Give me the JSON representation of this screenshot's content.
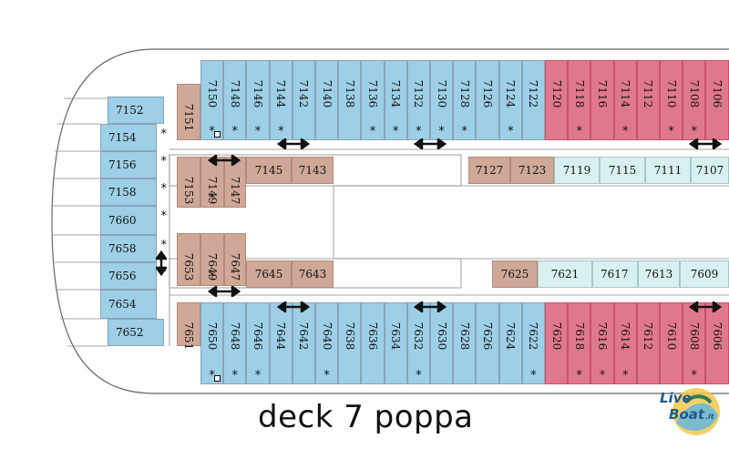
{
  "title": "deck 7 poppa",
  "logo": {
    "word1": "Live",
    "word2": "Boat",
    "suffix": ".it"
  },
  "colors": {
    "standard": "#9dcfe6",
    "suite": "#e0788c",
    "service": "#cfa898",
    "inside": "#d8f0f0"
  },
  "cabins": [
    {
      "n": "7152",
      "c": "blue",
      "a": false
    },
    {
      "n": "7154",
      "c": "blue",
      "a": true
    },
    {
      "n": "7156",
      "c": "blue",
      "a": true
    },
    {
      "n": "7158",
      "c": "blue",
      "a": true
    },
    {
      "n": "7660",
      "c": "blue",
      "a": true
    },
    {
      "n": "7658",
      "c": "blue",
      "a": true
    },
    {
      "n": "7656",
      "c": "blue",
      "a": true
    },
    {
      "n": "7654",
      "c": "blue",
      "a": false
    },
    {
      "n": "7652",
      "c": "blue",
      "a": false
    },
    {
      "n": "7151",
      "c": "tan",
      "a": false
    },
    {
      "n": "7150",
      "c": "blue",
      "a": true,
      "acc": true
    },
    {
      "n": "7148",
      "c": "blue",
      "a": true
    },
    {
      "n": "7146",
      "c": "blue",
      "a": true
    },
    {
      "n": "7144",
      "c": "blue",
      "a": true
    },
    {
      "n": "7142",
      "c": "blue",
      "a": false
    },
    {
      "n": "7140",
      "c": "blue",
      "a": false
    },
    {
      "n": "7138",
      "c": "blue",
      "a": false
    },
    {
      "n": "7136",
      "c": "blue",
      "a": true
    },
    {
      "n": "7134",
      "c": "blue",
      "a": true
    },
    {
      "n": "7132",
      "c": "blue",
      "a": true
    },
    {
      "n": "7130",
      "c": "blue",
      "a": true
    },
    {
      "n": "7128",
      "c": "blue",
      "a": true
    },
    {
      "n": "7126",
      "c": "blue",
      "a": false
    },
    {
      "n": "7124",
      "c": "blue",
      "a": true
    },
    {
      "n": "7122",
      "c": "blue",
      "a": false
    },
    {
      "n": "7120",
      "c": "red",
      "a": false
    },
    {
      "n": "7118",
      "c": "red",
      "a": true
    },
    {
      "n": "7116",
      "c": "red",
      "a": false
    },
    {
      "n": "7114",
      "c": "red",
      "a": true
    },
    {
      "n": "7112",
      "c": "red",
      "a": false
    },
    {
      "n": "7110",
      "c": "red",
      "a": true
    },
    {
      "n": "7108",
      "c": "red",
      "a": true
    },
    {
      "n": "7106",
      "c": "red",
      "a": false
    },
    {
      "n": "7153",
      "c": "tan",
      "a": false
    },
    {
      "n": "7149",
      "c": "tan",
      "a": true
    },
    {
      "n": "7147",
      "c": "tan",
      "a": false
    },
    {
      "n": "7145",
      "c": "tan",
      "a": false
    },
    {
      "n": "7143",
      "c": "tan",
      "a": false
    },
    {
      "n": "7127",
      "c": "tan",
      "a": false
    },
    {
      "n": "7123",
      "c": "tan",
      "a": false
    },
    {
      "n": "7119",
      "c": "mint",
      "a": false
    },
    {
      "n": "7115",
      "c": "mint",
      "a": false
    },
    {
      "n": "7111",
      "c": "mint",
      "a": false
    },
    {
      "n": "7107",
      "c": "mint",
      "a": false
    },
    {
      "n": "7653",
      "c": "tan",
      "a": false
    },
    {
      "n": "7649",
      "c": "tan",
      "a": true
    },
    {
      "n": "7647",
      "c": "tan",
      "a": false
    },
    {
      "n": "7645",
      "c": "tan",
      "a": false
    },
    {
      "n": "7643",
      "c": "tan",
      "a": false
    },
    {
      "n": "7625",
      "c": "tan",
      "a": false
    },
    {
      "n": "7621",
      "c": "mint",
      "a": false
    },
    {
      "n": "7617",
      "c": "mint",
      "a": true
    },
    {
      "n": "7613",
      "c": "mint",
      "a": false
    },
    {
      "n": "7609",
      "c": "mint",
      "a": false
    },
    {
      "n": "7651",
      "c": "tan",
      "a": false
    },
    {
      "n": "7650",
      "c": "blue",
      "a": true,
      "acc": true
    },
    {
      "n": "7648",
      "c": "blue",
      "a": true
    },
    {
      "n": "7646",
      "c": "blue",
      "a": true
    },
    {
      "n": "7644",
      "c": "blue",
      "a": false
    },
    {
      "n": "7642",
      "c": "blue",
      "a": false
    },
    {
      "n": "7640",
      "c": "blue",
      "a": true
    },
    {
      "n": "7638",
      "c": "blue",
      "a": false
    },
    {
      "n": "7636",
      "c": "blue",
      "a": false
    },
    {
      "n": "7634",
      "c": "blue",
      "a": false
    },
    {
      "n": "7632",
      "c": "blue",
      "a": true
    },
    {
      "n": "7630",
      "c": "blue",
      "a": false
    },
    {
      "n": "7628",
      "c": "blue",
      "a": false
    },
    {
      "n": "7626",
      "c": "blue",
      "a": false
    },
    {
      "n": "7624",
      "c": "blue",
      "a": false
    },
    {
      "n": "7622",
      "c": "blue",
      "a": true
    },
    {
      "n": "7620",
      "c": "red",
      "a": false
    },
    {
      "n": "7618",
      "c": "red",
      "a": true
    },
    {
      "n": "7616",
      "c": "red",
      "a": true
    },
    {
      "n": "7614",
      "c": "red",
      "a": true
    },
    {
      "n": "7612",
      "c": "red",
      "a": false
    },
    {
      "n": "7610",
      "c": "red",
      "a": false
    },
    {
      "n": "7608",
      "c": "red",
      "a": true
    },
    {
      "n": "7606",
      "c": "red",
      "a": false
    }
  ]
}
